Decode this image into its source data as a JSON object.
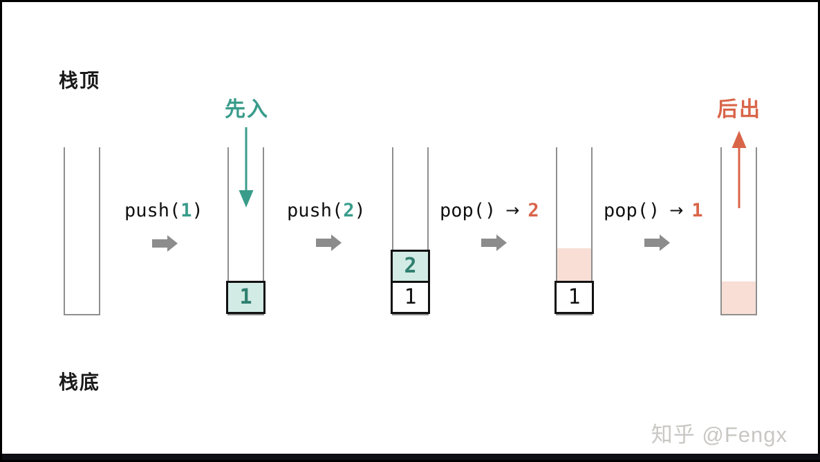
{
  "labels": {
    "stack_top": "栈顶",
    "stack_bottom": "栈底",
    "first_in": "先入",
    "last_out": "后出"
  },
  "colors": {
    "teal": "#3a9c8b",
    "teal_cell_bg": "#d2ebe4",
    "teal_cell_text": "#2f7f70",
    "orange": "#d96549",
    "ghost_pink": "#f8ded5",
    "wall_gray": "#8e8e8e",
    "arrow_gray": "#8c8c8c",
    "cell_border": "#111111",
    "bottom_bar": "#0d0f14"
  },
  "operations": [
    {
      "name": "push-1",
      "prefix": "push(",
      "value": "1",
      "suffix": ")"
    },
    {
      "name": "push-2",
      "prefix": "push(",
      "value": "2",
      "suffix": ")"
    },
    {
      "name": "pop-2",
      "prefix": "pop()",
      "arrow": "→",
      "value": "2"
    },
    {
      "name": "pop-1",
      "prefix": "pop()",
      "arrow": "→",
      "value": "1"
    }
  ],
  "stacks": [
    {
      "name": "stack-initial",
      "cells": []
    },
    {
      "name": "stack-after-push-1",
      "cells": [
        {
          "label": "1",
          "style": "teal"
        }
      ]
    },
    {
      "name": "stack-after-push-2",
      "cells": [
        {
          "label": "2",
          "style": "teal"
        },
        {
          "label": "1",
          "style": "white"
        }
      ]
    },
    {
      "name": "stack-after-pop-2",
      "cells": [
        {
          "label": "",
          "style": "ghost"
        },
        {
          "label": "1",
          "style": "white"
        }
      ]
    },
    {
      "name": "stack-after-pop-1",
      "cells": [
        {
          "label": "",
          "style": "ghost"
        }
      ]
    }
  ],
  "watermark": "知乎 @Fengx"
}
